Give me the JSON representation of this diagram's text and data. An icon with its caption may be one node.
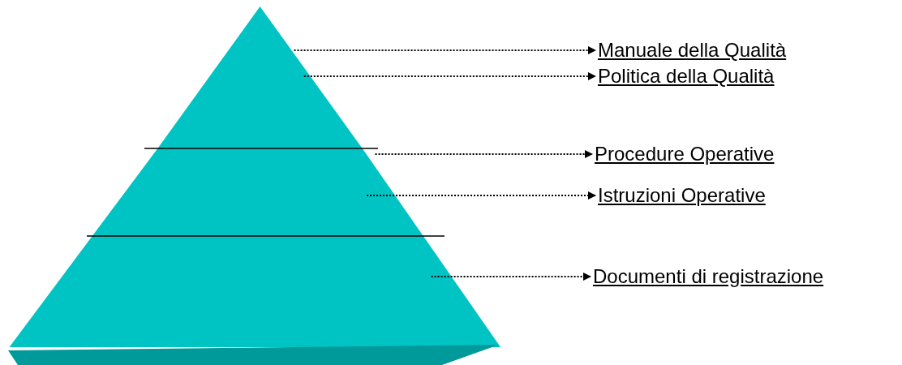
{
  "diagram": {
    "nodes": [
      {
        "text": [],
        "shape": "triangle"
      },
      {
        "text": [],
        "shape": "band"
      },
      {
        "text": [],
        "shape": "band"
      },
      {
        "text": [
          "Manuale della Qualità"
        ]
      },
      {
        "text": [
          "Politica della Qualità"
        ]
      },
      {
        "text": [
          "Procedure Operative"
        ]
      },
      {
        "text": [
          "Istruzioni Operative"
        ]
      },
      {
        "text": [
          "Documenti di registrazione"
        ]
      }
    ],
    "edges": [
      {
        "from": 0,
        "to": 3,
        "arrow": "to"
      },
      {
        "from": 0,
        "to": 4,
        "arrow": "to"
      },
      {
        "from": 1,
        "to": 5,
        "arrow": "to"
      },
      {
        "from": 1,
        "to": 6,
        "arrow": "to"
      },
      {
        "from": 2,
        "to": 7,
        "arrow": "to"
      }
    ]
  }
}
